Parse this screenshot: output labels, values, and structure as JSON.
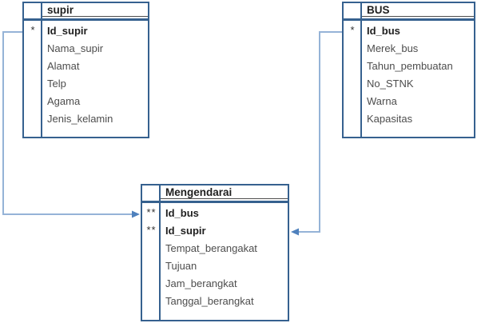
{
  "colors": {
    "table_border": "#36618F",
    "title_underline": "#4D4D4D",
    "field_text": "#4D4D4D",
    "key_text": "#1F1F1F",
    "connector_line": "#95B3D7",
    "connector_arrow": "#4F81BD",
    "canvas_bg": "#FFFFFF"
  },
  "diagram": {
    "type": "entity-relationship",
    "tables": [
      {
        "title": "supir",
        "fields": [
          {
            "marker": "*",
            "name": "Id_supir",
            "key": true
          },
          {
            "marker": "",
            "name": "Nama_supir",
            "key": false
          },
          {
            "marker": "",
            "name": "Alamat",
            "key": false
          },
          {
            "marker": "",
            "name": "Telp",
            "key": false
          },
          {
            "marker": "",
            "name": "Agama",
            "key": false
          },
          {
            "marker": "",
            "name": "Jenis_kelamin",
            "key": false
          }
        ]
      },
      {
        "title": "BUS",
        "fields": [
          {
            "marker": "*",
            "name": "Id_bus",
            "key": true
          },
          {
            "marker": "",
            "name": "Merek_bus",
            "key": false
          },
          {
            "marker": "",
            "name": "Tahun_pembuatan",
            "key": false
          },
          {
            "marker": "",
            "name": "No_STNK",
            "key": false
          },
          {
            "marker": "",
            "name": "Warna",
            "key": false
          },
          {
            "marker": "",
            "name": "Kapasitas",
            "key": false
          }
        ]
      },
      {
        "title": "Mengendarai",
        "fields": [
          {
            "marker": "**",
            "name": "Id_bus",
            "key": true
          },
          {
            "marker": "**",
            "name": "Id_supir",
            "key": true
          },
          {
            "marker": "",
            "name": "Tempat_berangakat",
            "key": false
          },
          {
            "marker": "",
            "name": "Tujuan",
            "key": false
          },
          {
            "marker": "",
            "name": "Jam_berangkat",
            "key": false
          },
          {
            "marker": "",
            "name": "Tanggal_berangkat",
            "key": false
          }
        ]
      }
    ],
    "relationships": [
      {
        "from_table": "supir",
        "from_field": "Id_supir",
        "to_table": "Mengendarai",
        "arrow_side": "left"
      },
      {
        "from_table": "BUS",
        "from_field": "Id_bus",
        "to_table": "Mengendarai",
        "arrow_side": "right"
      }
    ]
  }
}
